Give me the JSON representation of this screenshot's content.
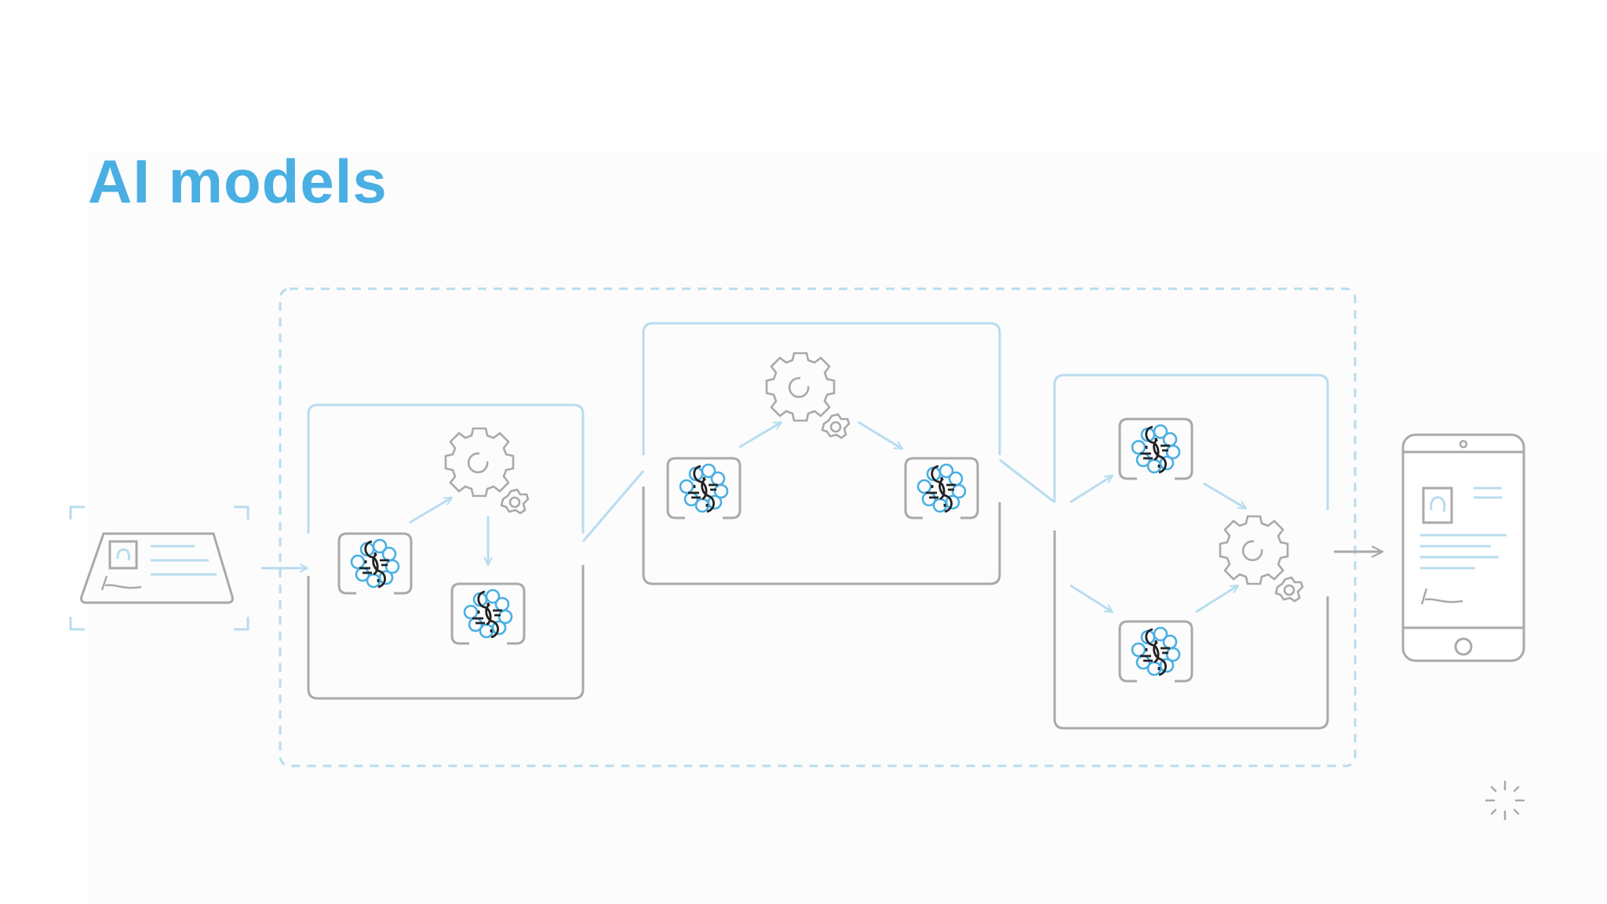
{
  "slide": {
    "title": "AI models"
  },
  "colors": {
    "accent": "#4aafe2",
    "light_accent": "#b8dcef",
    "gray": "#a9a9ac",
    "dark": "#222222",
    "background": "#ffffff",
    "panel": "#fcfcfd"
  },
  "diagram": {
    "input": "id-card-icon",
    "output": "mobile-phone-icon",
    "stages": [
      {
        "name": "stage-1",
        "models": 2,
        "processes": 1
      },
      {
        "name": "stage-2",
        "models": 2,
        "processes": 1
      },
      {
        "name": "stage-3",
        "models": 2,
        "processes": 1
      }
    ],
    "corner_icon": "loading-spinner-icon"
  }
}
